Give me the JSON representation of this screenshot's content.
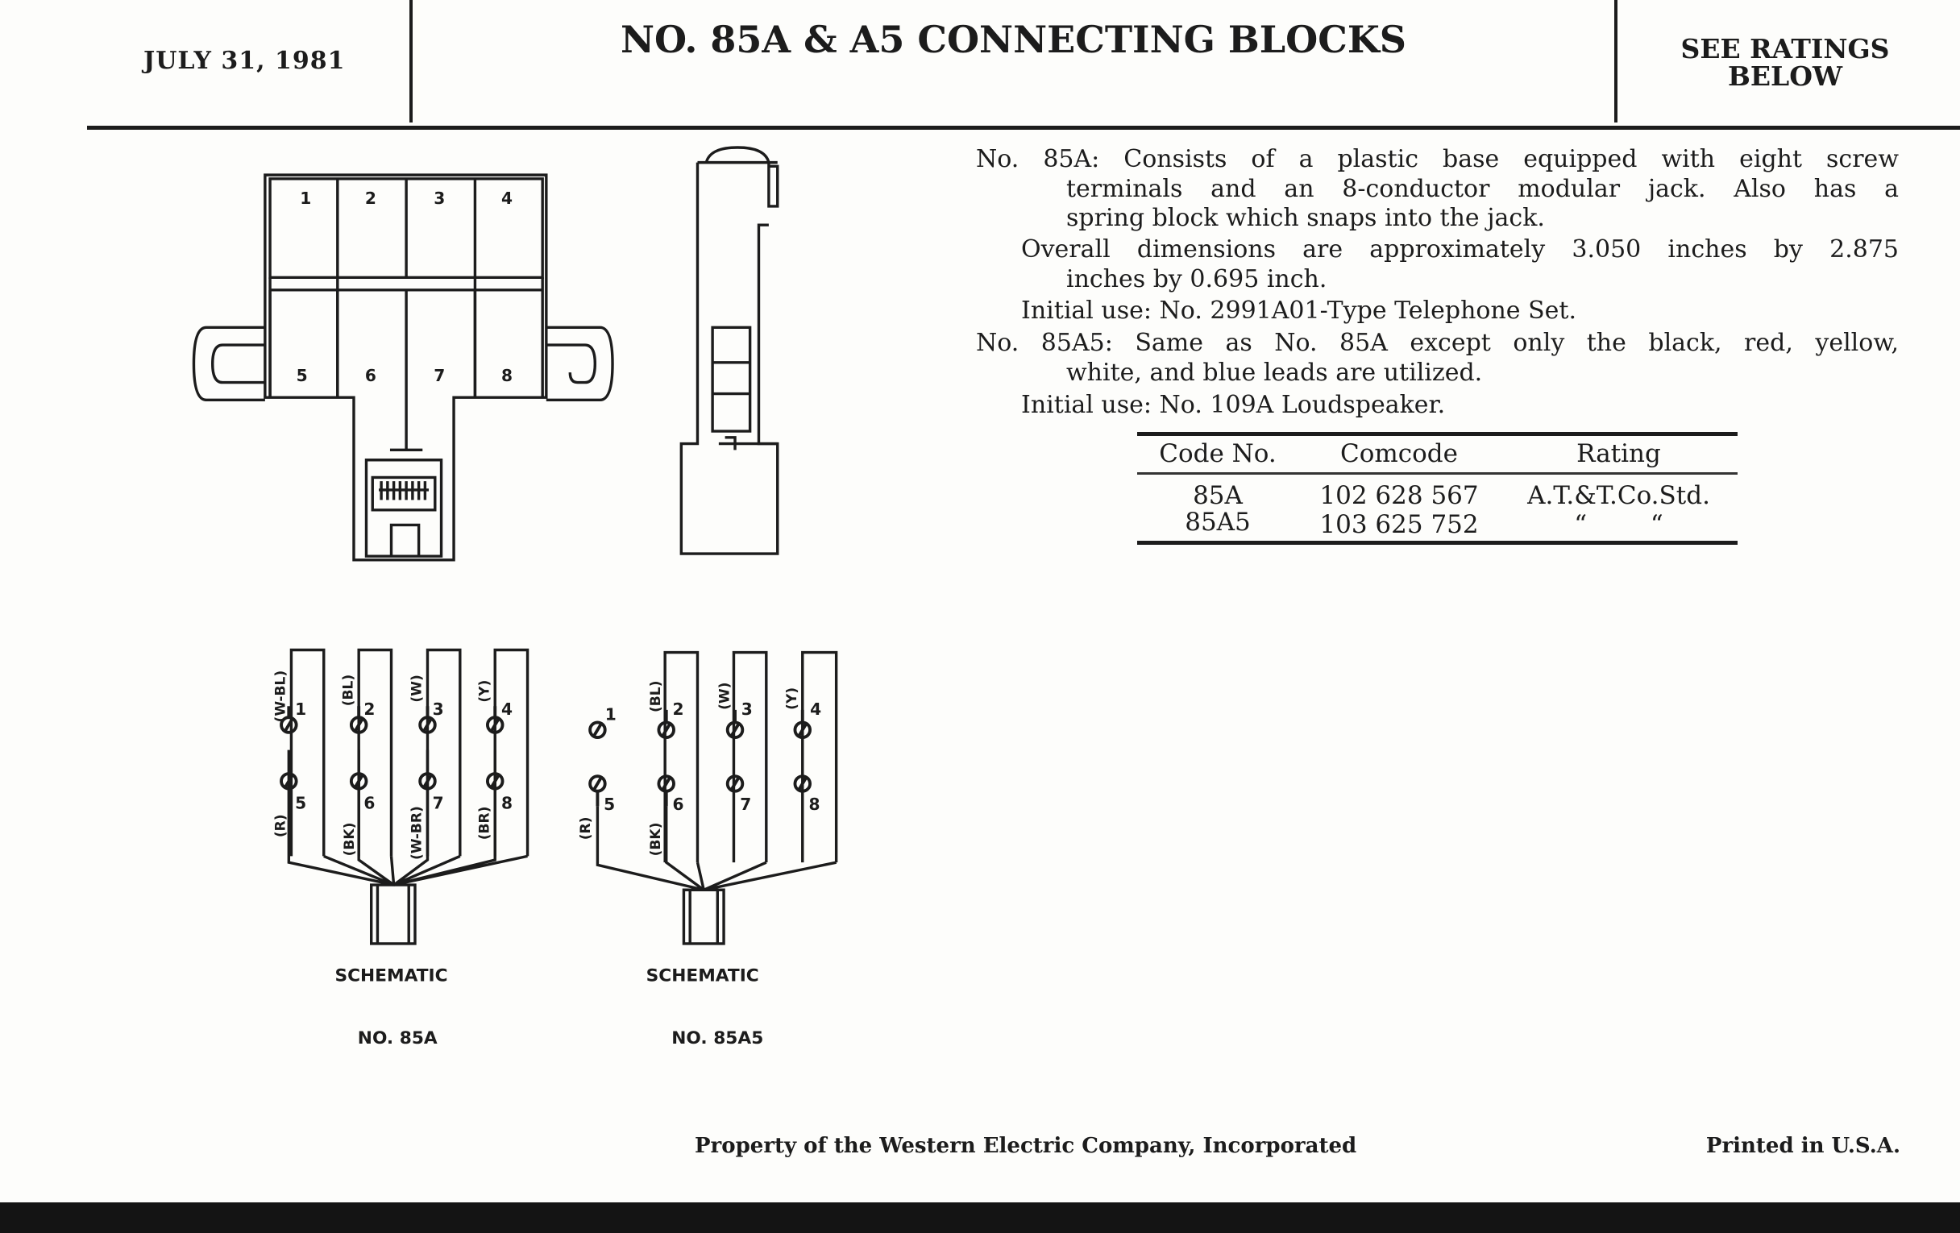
{
  "header": {
    "date": "JULY 31, 1981",
    "title": "NO. 85A & A5 CONNECTING BLOCKS",
    "ratings_note": [
      "SEE RATINGS",
      "BELOW"
    ]
  },
  "description": {
    "p1": [
      "No. 85A: Consists of a plastic base equipped with eight screw",
      "terminals and an 8-conductor modular jack. Also has a",
      "spring block which snaps into the jack."
    ],
    "p2": [
      "Overall dimensions are approximately 3.050 inches by 2.875",
      "inches by 0.695 inch."
    ],
    "p3": "Initial use: No. 2991A01-Type Telephone Set.",
    "p4": [
      "No. 85A5: Same as No. 85A except only the black, red, yellow,",
      "white, and blue leads are utilized."
    ],
    "p5": "Initial use: No. 109A Loudspeaker."
  },
  "table": {
    "headers": [
      "Code No.",
      "Comcode",
      "Rating"
    ],
    "rows": [
      [
        "85A",
        "102 628 567",
        "A.T.&T.Co.Std."
      ],
      [
        "85A5",
        "103 625 752",
        "“        “"
      ]
    ]
  },
  "drawing": {
    "terminal_numbers": [
      "1",
      "2",
      "3",
      "4",
      "5",
      "6",
      "7",
      "8"
    ],
    "schematic_85A": {
      "caption": "SCHEMATIC",
      "label": "NO. 85A",
      "leads": [
        "(W-BL)",
        "(BL)",
        "(W)",
        "(Y)",
        "(R)",
        "(BK)",
        "(W-BR)",
        "(BR)"
      ]
    },
    "schematic_85A5": {
      "caption": "SCHEMATIC",
      "label": "NO. 85A5",
      "leads": [
        "(BL)",
        "(W)",
        "(Y)",
        "(R)",
        "(BK)"
      ]
    }
  },
  "footer": {
    "property": "Property of the Western Electric Company, Incorporated",
    "printed": "Printed in U.S.A."
  }
}
